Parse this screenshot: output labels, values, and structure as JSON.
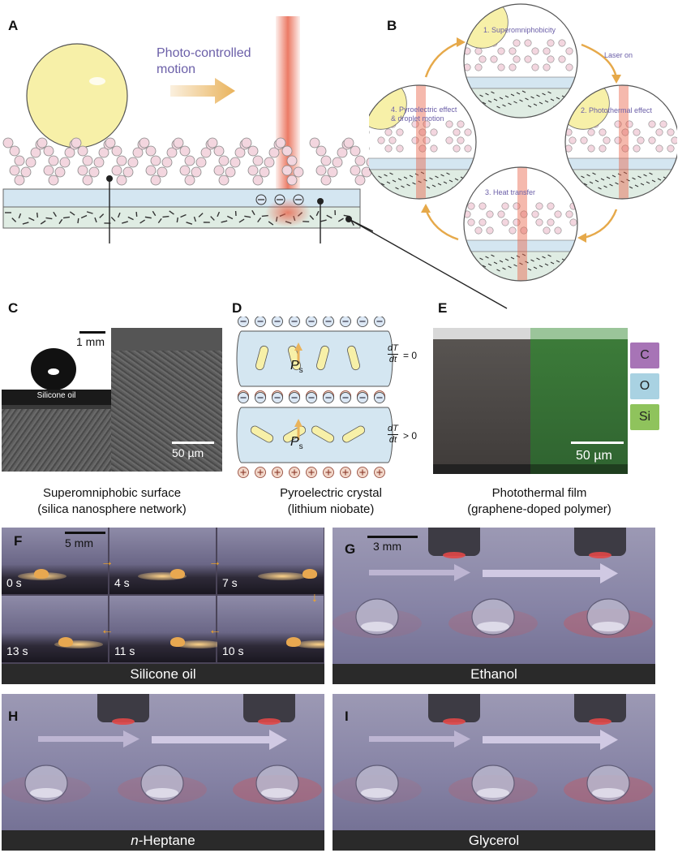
{
  "panels": {
    "A": {
      "label": "A",
      "motion_text_line1": "Photo-controlled",
      "motion_text_line2": "motion"
    },
    "B": {
      "label": "B",
      "step1": "1. Superomniphobicity",
      "step2": "2. Photothermal effect",
      "step3": "3. Heat transfer",
      "step4_line1": "4. Pyroelectric effect",
      "step4_line2": "& droplet motion",
      "laser_on": "Laser on"
    },
    "C": {
      "label": "C",
      "scale_inset": "1 mm",
      "inset_text": "Silicone oil",
      "scale_main": "50 µm",
      "caption_line1": "Superomniphobic surface",
      "caption_line2": "(silica nanosphere network)"
    },
    "D": {
      "label": "D",
      "ps": "P",
      "ps_sub": "s",
      "eq_top": "= 0",
      "eq_bottom": "> 0",
      "dT": "dT",
      "dt": "dt",
      "caption_line1": "Pyroelectric crystal",
      "caption_line2": "(lithium niobate)"
    },
    "E": {
      "label": "E",
      "elements": [
        "C",
        "O",
        "Si"
      ],
      "scale": "50 µm",
      "caption_line1": "Photothermal film",
      "caption_line2": "(graphene-doped polymer)"
    },
    "F": {
      "label": "F",
      "scale": "5 mm",
      "times": [
        "0 s",
        "4 s",
        "7 s",
        "13 s",
        "11 s",
        "10 s"
      ],
      "liquid": "Silicone oil"
    },
    "G": {
      "label": "G",
      "scale": "3 mm",
      "liquid": "Ethanol"
    },
    "H": {
      "label": "H",
      "liquid_prefix": "n",
      "liquid_rest": "-Heptane"
    },
    "I": {
      "label": "I",
      "liquid": "Glycerol"
    }
  },
  "colors": {
    "droplet": "#f7f0a8",
    "sphere": "#f3d6df",
    "crystal": "#d4e6f1",
    "film": "#dfece3",
    "laser": "#e8634a",
    "arrow": "#e9b35c",
    "text_purple": "#6b5fa8",
    "elem_C": "#a774b6",
    "elem_O": "#a9d2e2",
    "elem_Si": "#8fc35c"
  }
}
